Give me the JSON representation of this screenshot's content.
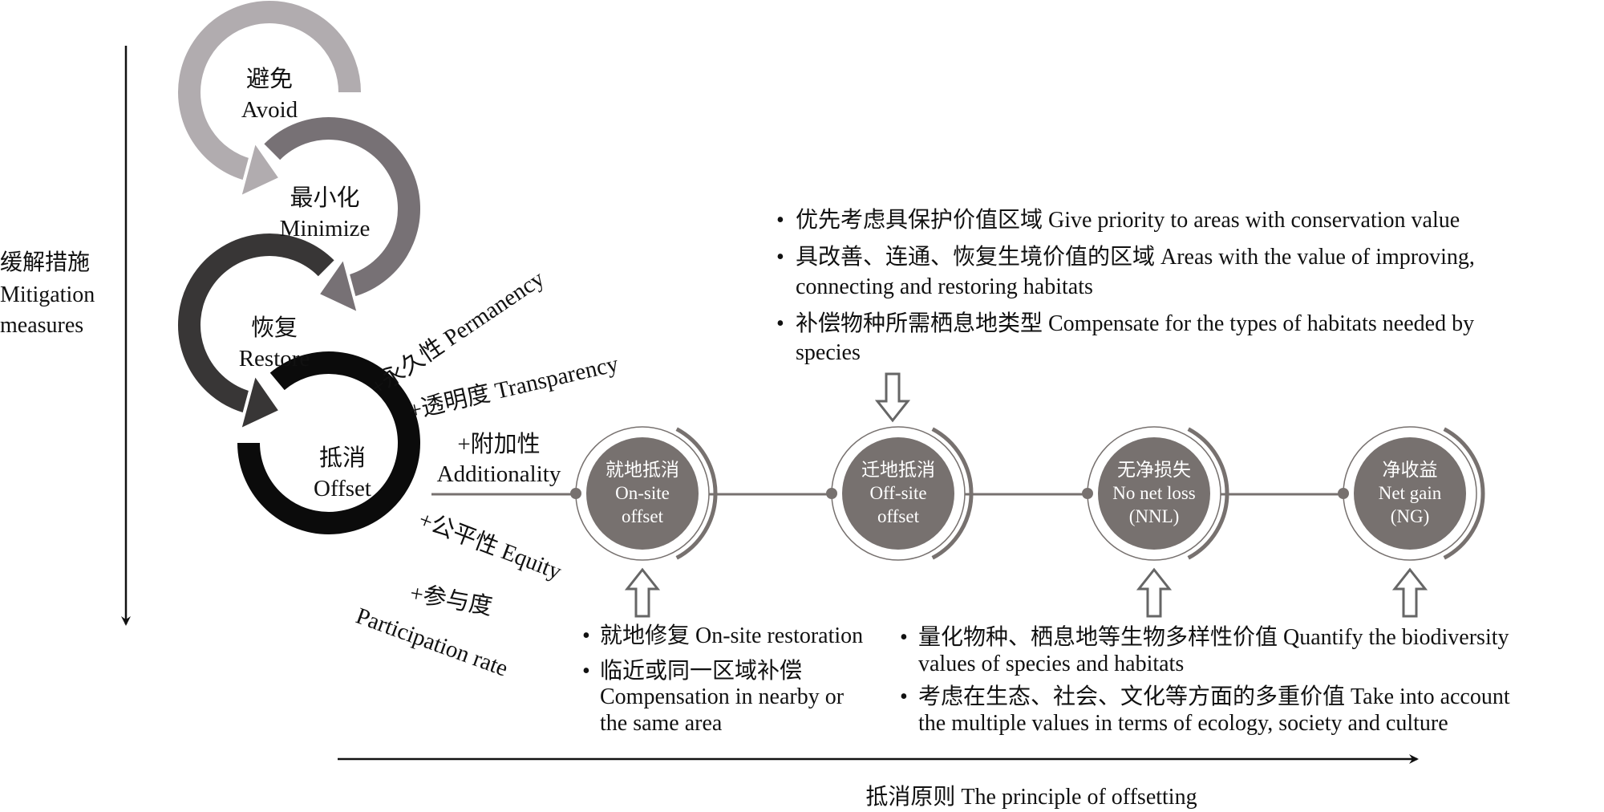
{
  "axis_left": {
    "label_zh": "缓解措施",
    "label_en1": "Mitigation",
    "label_en2": "measures"
  },
  "hierarchy": [
    {
      "zh": "避免",
      "en": "Avoid",
      "color": "#b1acaf"
    },
    {
      "zh": "最小化",
      "en": "Minimize",
      "color": "#777175"
    },
    {
      "zh": "恢复",
      "en": "Restore",
      "color": "#383636"
    },
    {
      "zh": "抵消",
      "en": "Offset",
      "color": "#0b0b0b"
    }
  ],
  "criteria": {
    "permanency": "+永久性 Permanency",
    "transparency": "+透明度 Transparency",
    "additionality_zh": "+附加性",
    "additionality_en": "Additionality",
    "equity": "+公平性 Equity",
    "participation_zh": "+参与度",
    "participation_en": "Participation rate"
  },
  "nodes": [
    {
      "l1": "就地抵消",
      "l2": "On-site",
      "l3": "offset"
    },
    {
      "l1": "迁地抵消",
      "l2": "Off-site",
      "l3": "offset"
    },
    {
      "l1": "无净损失",
      "l2": "No net loss",
      "l3": "(NNL)"
    },
    {
      "l1": "净收益",
      "l2": "Net gain",
      "l3": "(NG)"
    }
  ],
  "colors": {
    "node_fill": "#77716f",
    "line": "#77716f"
  },
  "top_notes": [
    "优先考虑具保护价值区域 Give priority to areas with conservation value",
    "具改善、连通、恢复生境价值的区域 Areas with the value of improving,",
    "connecting and restoring habitats",
    "补偿物种所需栖息地类型 Compensate for the types of habitats needed by",
    "species"
  ],
  "onsite_notes": [
    "就地修复 On-site restoration",
    "临近或同一区域补偿",
    "Compensation in nearby or",
    "the same area"
  ],
  "nnl_notes": [
    "量化物种、栖息地等生物多样性价值 Quantify the biodiversity",
    "values of species and habitats",
    "考虑在生态、社会、文化等方面的多重价值 Take into account",
    "the multiple values in terms of ecology, society and culture"
  ],
  "axis_bottom": {
    "label": "抵消原则 The principle of offsetting"
  }
}
